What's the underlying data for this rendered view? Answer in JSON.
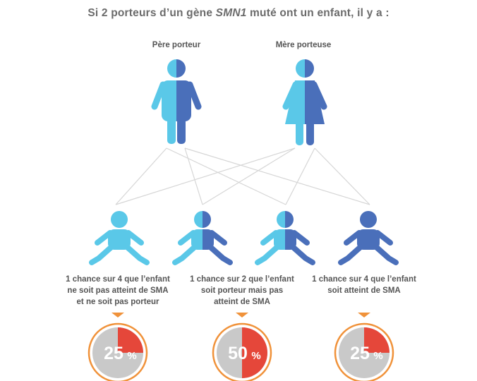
{
  "title": {
    "prefix": "Si 2 porteurs d’un gène ",
    "gene": "SMN1",
    "suffix": " muté ont un enfant, il y a :"
  },
  "parents": {
    "father_label": "Père porteur",
    "mother_label": "Mère porteuse"
  },
  "captions": [
    {
      "lines": [
        "1 chance sur 4 que l’enfant",
        "ne soit pas atteint de SMA",
        "et ne soit pas porteur"
      ]
    },
    {
      "lines": [
        "1 chance sur 2 que l’enfant",
        "soit porteur mais pas",
        "atteint de SMA"
      ]
    },
    {
      "lines": [
        "1 chance sur 4 que l’enfant",
        "soit atteint de SMA"
      ]
    }
  ],
  "chart_data": {
    "type": "pie",
    "charts": [
      {
        "value": 25,
        "label": "25",
        "unit": "%"
      },
      {
        "value": 50,
        "label": "50",
        "unit": "%"
      },
      {
        "value": 25,
        "label": "25",
        "unit": "%"
      }
    ]
  },
  "colors": {
    "light_blue": "#5ac8e8",
    "dark_blue": "#4a6fba",
    "orange": "#f0923a",
    "red": "#e5473a",
    "grey": "#c9c9c9",
    "line": "#d6d6d6"
  }
}
